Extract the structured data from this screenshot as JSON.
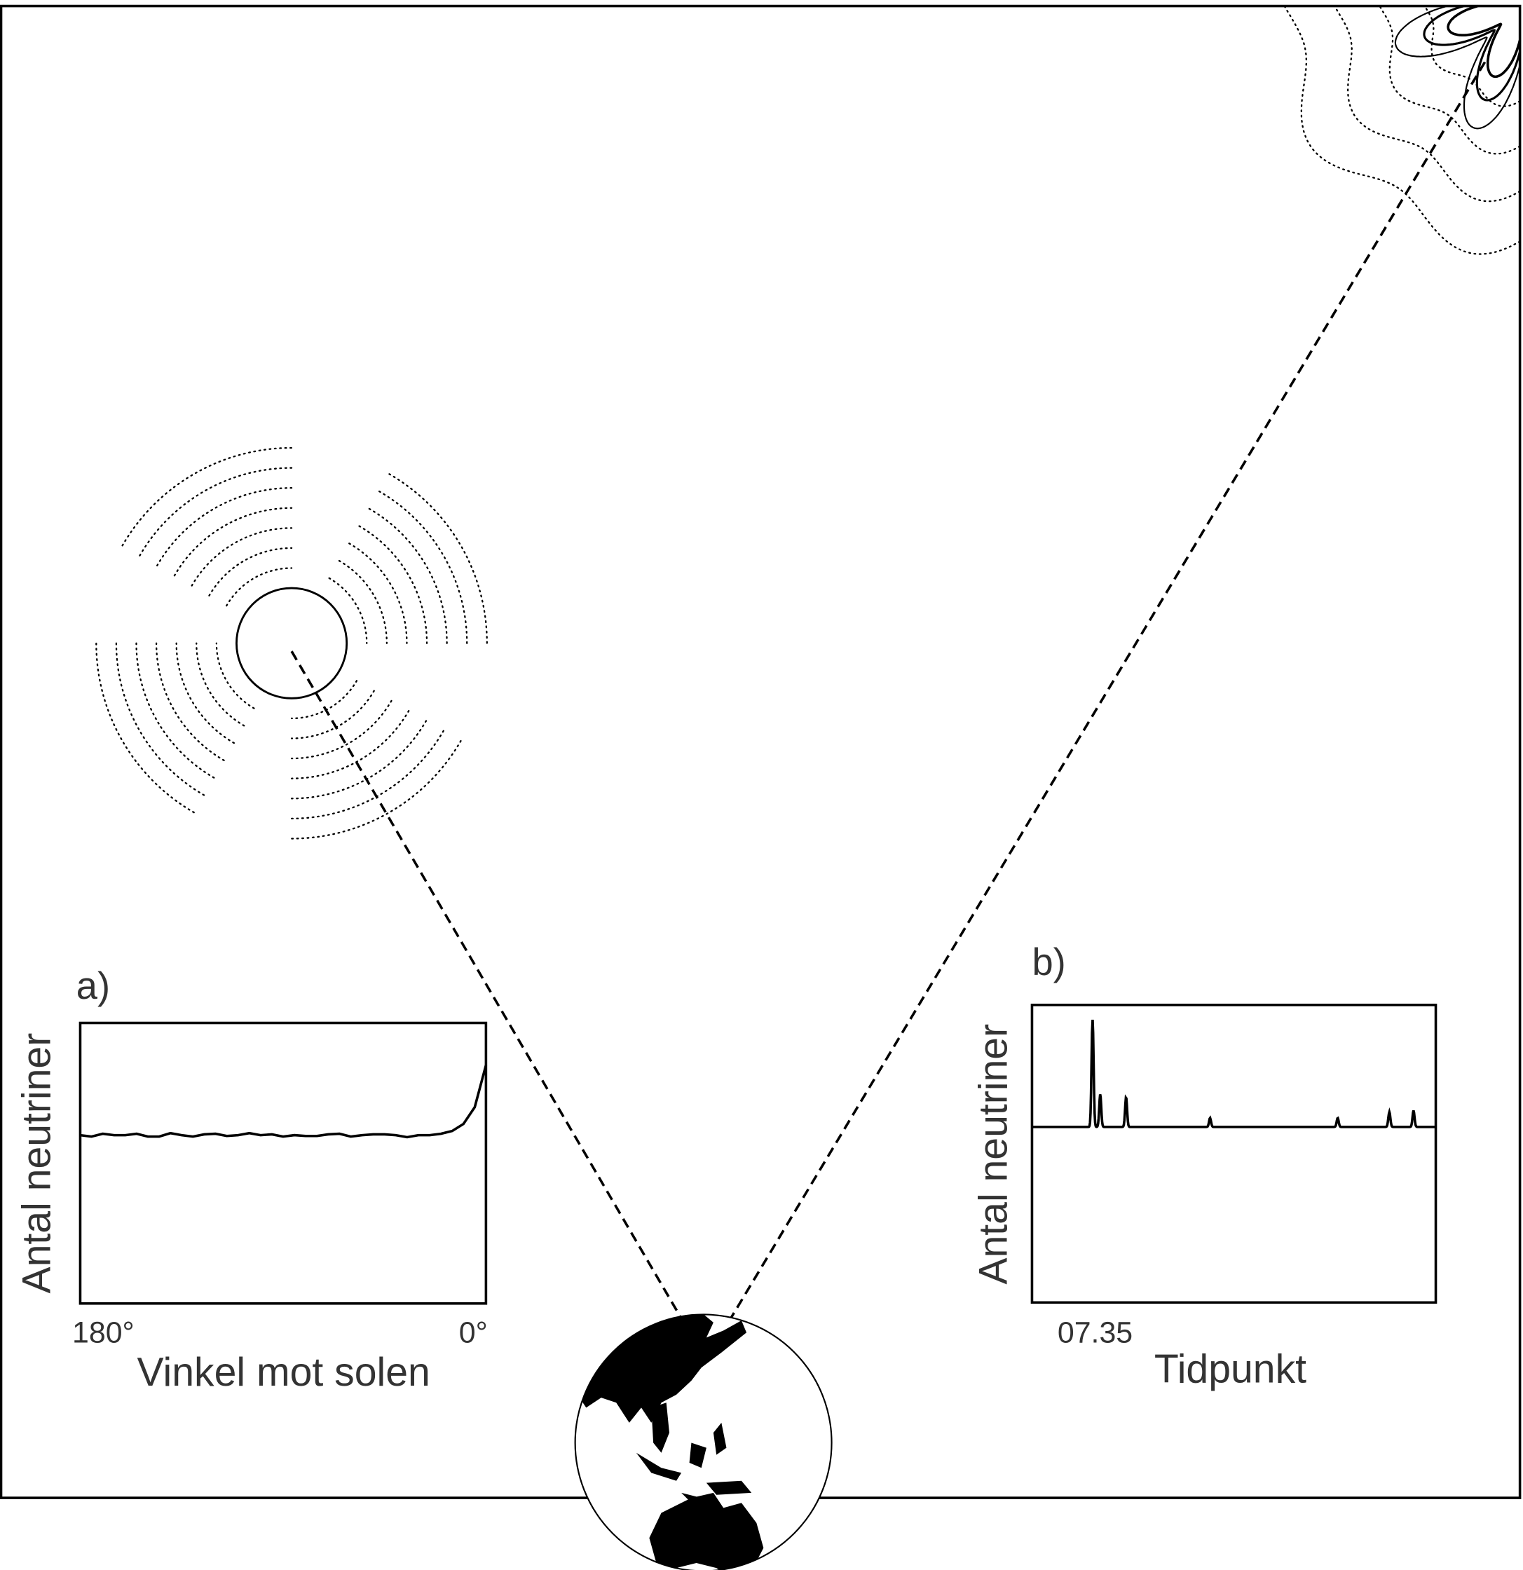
{
  "colors": {
    "ink": "#000000",
    "text": "#333333",
    "background": "#ffffff"
  },
  "icons": {
    "sun": "sun-circle",
    "earth": "earth-globe",
    "supernova": "supernova-burst"
  },
  "chart_data": [
    {
      "type": "line",
      "panel_label": "a)",
      "xlabel": "Vinkel mot solen",
      "ylabel": "Antal neutriner",
      "x_tick_labels": [
        "180°",
        "0°"
      ],
      "xlim": [
        180,
        0
      ],
      "ylim": [
        0,
        1
      ],
      "grid": false,
      "x": [
        180,
        175,
        170,
        165,
        160,
        155,
        150,
        145,
        140,
        135,
        130,
        125,
        120,
        115,
        110,
        105,
        100,
        95,
        90,
        85,
        80,
        75,
        70,
        65,
        60,
        55,
        50,
        45,
        40,
        35,
        30,
        25,
        20,
        15,
        10,
        5,
        0
      ],
      "values": [
        0.6,
        0.595,
        0.605,
        0.6,
        0.6,
        0.605,
        0.595,
        0.595,
        0.607,
        0.6,
        0.595,
        0.603,
        0.605,
        0.597,
        0.6,
        0.607,
        0.6,
        0.603,
        0.595,
        0.6,
        0.597,
        0.597,
        0.603,
        0.605,
        0.595,
        0.6,
        0.603,
        0.603,
        0.6,
        0.593,
        0.6,
        0.6,
        0.605,
        0.615,
        0.64,
        0.7,
        0.85
      ]
    },
    {
      "type": "line",
      "panel_label": "b)",
      "xlabel": "Tidpunkt",
      "ylabel": "Antal neutriner",
      "x_tick_labels": [
        "07.35"
      ],
      "x_tick_positions": [
        15
      ],
      "xlim": [
        0,
        100
      ],
      "ylim": [
        0,
        1
      ],
      "grid": false,
      "baseline": 0.59,
      "peaks": [
        {
          "x": 15,
          "y": 0.95
        },
        {
          "x": 16.9,
          "y": 0.7
        },
        {
          "x": 23.3,
          "y": 0.69
        },
        {
          "x": 44.1,
          "y": 0.62
        },
        {
          "x": 75.7,
          "y": 0.62
        },
        {
          "x": 88.5,
          "y": 0.64
        },
        {
          "x": 94.5,
          "y": 0.645
        }
      ]
    }
  ]
}
